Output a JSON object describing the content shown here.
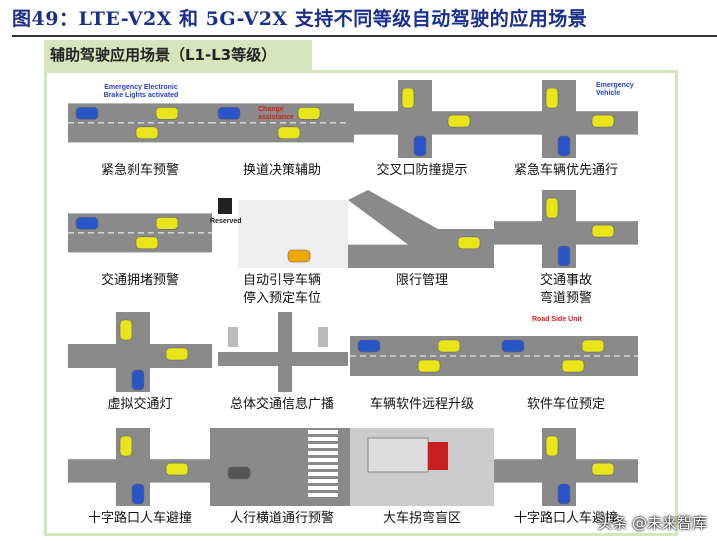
{
  "figure_title": "图49：LTE-V2X 和 5G-V2X 支持不同等级自动驾驶的应用场景",
  "panel_heading": "辅助驾驶应用场景（L1-L3等级）",
  "scenarios": [
    {
      "label": "紧急刹车预警",
      "annotation": "Emergency Electronic Brake Lights activated",
      "scene": "road"
    },
    {
      "label": "换道决策辅助",
      "annotation": "Change assistance",
      "scene": "road"
    },
    {
      "label": "交叉口防撞提示",
      "scene": "cross"
    },
    {
      "label": "紧急车辆优先通行",
      "annotation": "Emergency Vehicle",
      "scene": "cross"
    },
    {
      "label": "交通拥堵预警",
      "scene": "road"
    },
    {
      "label": "自动引导车辆\n停入预定车位",
      "annotation": "Reserved",
      "scene": "parking"
    },
    {
      "label": "限行管理",
      "scene": "merge"
    },
    {
      "label": "交通事故\n弯道预警",
      "scene": "cross"
    },
    {
      "label": "虚拟交通灯",
      "scene": "cross"
    },
    {
      "label": "总体交通信息广播",
      "scene": "city"
    },
    {
      "label": "车辆软件远程升级",
      "scene": "road"
    },
    {
      "label": "软件车位预定",
      "annotation": "Road Side Unit",
      "scene": "road"
    },
    {
      "label": "十字路口人车避撞",
      "scene": "cross"
    },
    {
      "label": "人行横道通行预警",
      "scene": "crosswalk"
    },
    {
      "label": "大车拐弯盲区",
      "scene": "truck"
    },
    {
      "label": "十字路口人车避撞",
      "scene": "cross"
    }
  ],
  "watermark": "头条 @未来智库",
  "colors": {
    "title": "#1a2e8c",
    "panel": "#d5e6bd",
    "road": "#8a8a8a",
    "car_yellow": "#e8e61a",
    "car_blue": "#2a55c8"
  }
}
